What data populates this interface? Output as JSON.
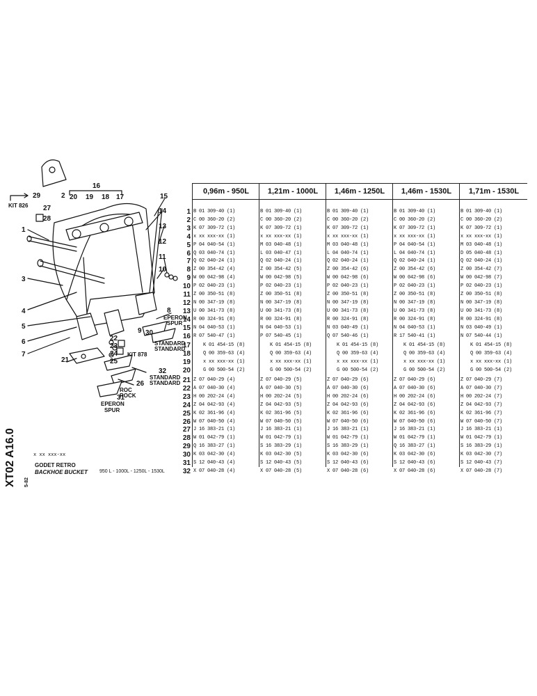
{
  "drawing": {
    "callouts": [
      "1",
      "2",
      "3",
      "4",
      "5",
      "6",
      "7",
      "8",
      "9",
      "10",
      "11",
      "12",
      "13",
      "14",
      "15",
      "16",
      "17",
      "18",
      "19",
      "20",
      "21",
      "22",
      "23",
      "24",
      "25",
      "26",
      "27",
      "28",
      "29",
      "30",
      "31",
      "32"
    ],
    "labels": {
      "kit_826": "KIT 826",
      "kit_878": "KIT 878",
      "eperon_spur_right_1": "EPERON",
      "eperon_spur_right_2": "SPUR",
      "standard_upper_1": "STANDARD",
      "standard_upper_2": "STANDARD",
      "standard_lower_1": "STANDARD",
      "standard_lower_2": "STANDARD",
      "roc_1": "ROC",
      "roc_2": "ROCK",
      "eperon_lower_1": "EPERON",
      "eperon_lower_2": "SPUR"
    }
  },
  "table": {
    "headers": [
      "0,96m - 950L",
      "1,21m - 1000L",
      "1,46m - 1250L",
      "1,46m - 1530L",
      "1,71m - 1530L"
    ],
    "rows": [
      {
        "n": "1",
        "c": [
          "B 01 309-40 (1)",
          "B 01 309-40 (1)",
          "B 01 309-40 (1)",
          "B 01 309-40 (1)",
          "B 01 309-40 (1)"
        ]
      },
      {
        "n": "2",
        "c": [
          "C 00 360-20 (2)",
          "C 00 360-20 (2)",
          "C 00 360-20 (2)",
          "C 00 360-20 (2)",
          "C 00 360-20 (2)"
        ]
      },
      {
        "n": "3",
        "c": [
          "K 07 309-72 (1)",
          "K 07 309-72 (1)",
          "K 07 309-72 (1)",
          "K 07 309-72 (1)",
          "K 07 309-72 (1)"
        ]
      },
      {
        "n": "4",
        "c": [
          "x xx xxx-xx (1)",
          "x xx xxx-xx (1)",
          "x xx xxx-xx (1)",
          "x xx xxx-xx (1)",
          "x xx xxx-xx (1)"
        ]
      },
      {
        "n": "5",
        "c": [
          "P 04 040-54 (1)",
          "M 03 040-48 (1)",
          "M 03 040-48 (1)",
          "P 04 040-54 (1)",
          "M 03 040-48 (1)"
        ]
      },
      {
        "n": "6",
        "c": [
          "Q 03 040-74 (1)",
          "L 03 040-47 (1)",
          "L 04 040-74 (1)",
          "L 04 040-74 (1)",
          "D 05 040-48 (1)"
        ]
      },
      {
        "n": "7",
        "c": [
          "Q 02 040-24 (1)",
          "Q 02 040-24 (1)",
          "Q 02 040-24 (1)",
          "Q 02 040-24 (1)",
          "Q 02 040-24 (1)"
        ]
      },
      {
        "n": "8",
        "c": [
          "Z 00 354-42 (4)",
          "Z 00 354-42 (5)",
          "Z 00 354-42 (6)",
          "Z 00 354-42 (6)",
          "Z 00 354-42 (7)"
        ]
      },
      {
        "n": "9",
        "c": [
          "W 00 042-98 (4)",
          "W 00 042-98 (5)",
          "W 00 042-98 (6)",
          "W 00 042-98 (6)",
          "W 00 042-98 (7)"
        ]
      },
      {
        "n": "10",
        "c": [
          "P 02 040-23 (1)",
          "P 02 040-23 (1)",
          "P 02 040-23 (1)",
          "P 02 040-23 (1)",
          "P 02 040-23 (1)"
        ]
      },
      {
        "n": "11",
        "c": [
          "Z 00 350-51 (8)",
          "Z 00 350-51 (8)",
          "Z 00 350-51 (8)",
          "Z 00 350-51 (8)",
          "Z 00 350-51 (8)"
        ]
      },
      {
        "n": "12",
        "c": [
          "N 00 347-19 (8)",
          "N 00 347-19 (8)",
          "N 00 347-19 (8)",
          "N 00 347-19 (8)",
          "N 00 347-19 (8)"
        ]
      },
      {
        "n": "13",
        "c": [
          "U 00 341-73 (8)",
          "U 00 341-73 (8)",
          "U 00 341-73 (8)",
          "U 00 341-73 (8)",
          "U 00 341-73 (8)"
        ]
      },
      {
        "n": "14",
        "c": [
          "R 00 324-91 (8)",
          "R 00 324-91 (8)",
          "R 00 324-91 (8)",
          "R 00 324-91 (8)",
          "R 00 324-91 (8)"
        ]
      },
      {
        "n": "15",
        "c": [
          "N 04 040-53 (1)",
          "N 04 040-53 (1)",
          "N 03 040-49 (1)",
          "N 04 040-53 (1)",
          "N 03 040-49 (1)"
        ]
      },
      {
        "n": "16",
        "c": [
          "R 07 540-47 (1)",
          "P 07 540-45 (1)",
          "Q 07 540-46 (1)",
          "R 17 540-41 (1)",
          "N 07 540-44 (1)"
        ]
      },
      {
        "n": "17",
        "c": [
          "K 01 454-15 (8)",
          "K 01 454-15 (8)",
          "K 01 454-15 (8)",
          "K 01 454-15 (8)",
          "K 01 454-15 (8)"
        ]
      },
      {
        "n": "18",
        "c": [
          "Q 00 359-63 (4)",
          "Q 00 359-63 (4)",
          "Q 00 359-63 (4)",
          "Q 00 359-63 (4)",
          "Q 00 359-63 (4)"
        ]
      },
      {
        "n": "19",
        "c": [
          "x xx xxx-xx (1)",
          "x xx xxx-xx (1)",
          "x xx xxx-xx (1)",
          "x xx xxx-xx (1)",
          "x xx xxx-xx (1)"
        ]
      },
      {
        "n": "20",
        "c": [
          "G 00 500-54 (2)",
          "G 00 500-54 (2)",
          "G 00 500-54 (2)",
          "G 00 500-54 (2)",
          "G 00 500-54 (2)"
        ]
      },
      {
        "n": "21",
        "c": [
          "Z 07 040-29 (4)",
          "Z 07 040-29 (5)",
          "Z 07 040-29 (6)",
          "Z 07 040-29 (6)",
          "Z 07 040-29 (7)"
        ]
      },
      {
        "n": "22",
        "c": [
          "A 07 040-30 (4)",
          "A 07 040-30 (5)",
          "A 07 040-30 (6)",
          "A 07 040-30 (6)",
          "A 07 040-30 (7)"
        ]
      },
      {
        "n": "23",
        "c": [
          "H 00 202-24 (4)",
          "H 00 202-24 (5)",
          "H 00 202-24 (6)",
          "H 00 202-24 (6)",
          "H 00 202-24 (7)"
        ]
      },
      {
        "n": "24",
        "c": [
          "Z 04 042-93 (4)",
          "Z 04 042-93 (5)",
          "Z 04 042-93 (6)",
          "Z 04 042-93 (6)",
          "Z 04 042-93 (7)"
        ]
      },
      {
        "n": "25",
        "c": [
          "K 02 361-96 (4)",
          "K 02 361-96 (5)",
          "K 02 361-96 (6)",
          "K 02 361-96 (6)",
          "K 02 361-96 (7)"
        ]
      },
      {
        "n": "26",
        "c": [
          "W 07 040-50 (4)",
          "W 07 040-50 (5)",
          "W 07 040-50 (6)",
          "W 07 040-50 (6)",
          "W 07 040-50 (7)"
        ]
      },
      {
        "n": "27",
        "c": [
          "J 16 383-21 (1)",
          "J 16 383-21 (1)",
          "J 16 383-21 (1)",
          "J 16 383-21 (1)",
          "J 16 383-21 (1)"
        ]
      },
      {
        "n": "28",
        "c": [
          "W 01 042-79 (1)",
          "W 01 042-79 (1)",
          "W 01 042-79 (1)",
          "W 01 042-79 (1)",
          "W 01 042-79 (1)"
        ]
      },
      {
        "n": "29",
        "c": [
          "Q 16 383-27 (1)",
          "S 16 383-29 (1)",
          "S 16 383-29 (1)",
          "Q 16 383-27 (1)",
          "S 16 383-29 (1)"
        ]
      },
      {
        "n": "30",
        "c": [
          "K 03 042-30 (4)",
          "K 03 042-30 (5)",
          "K 03 042-30 (6)",
          "K 03 042-30 (6)",
          "K 03 042-30 (7)"
        ]
      },
      {
        "n": "31",
        "c": [
          "S 12 040-43 (4)",
          "S 12 040-43 (5)",
          "S 12 040-43 (6)",
          "S 12 040-43 (6)",
          "S 12 040-43 (7)"
        ]
      },
      {
        "n": "32",
        "c": [
          "X 07 040-28 (4)",
          "X 07 040-28 (5)",
          "X 07 040-28 (6)",
          "X 07 040-28 (6)",
          "X 07 040-28 (7)"
        ]
      }
    ]
  },
  "title_block": {
    "doc_code": "XT02 A16.0",
    "date_code": "5-82",
    "ref": "x xx xxx-xx",
    "title_fr": "GODET RETRO",
    "title_en": "BACKHOE BUCKET",
    "sizes": "950 L - 1000L - 1250L - 1530L"
  }
}
